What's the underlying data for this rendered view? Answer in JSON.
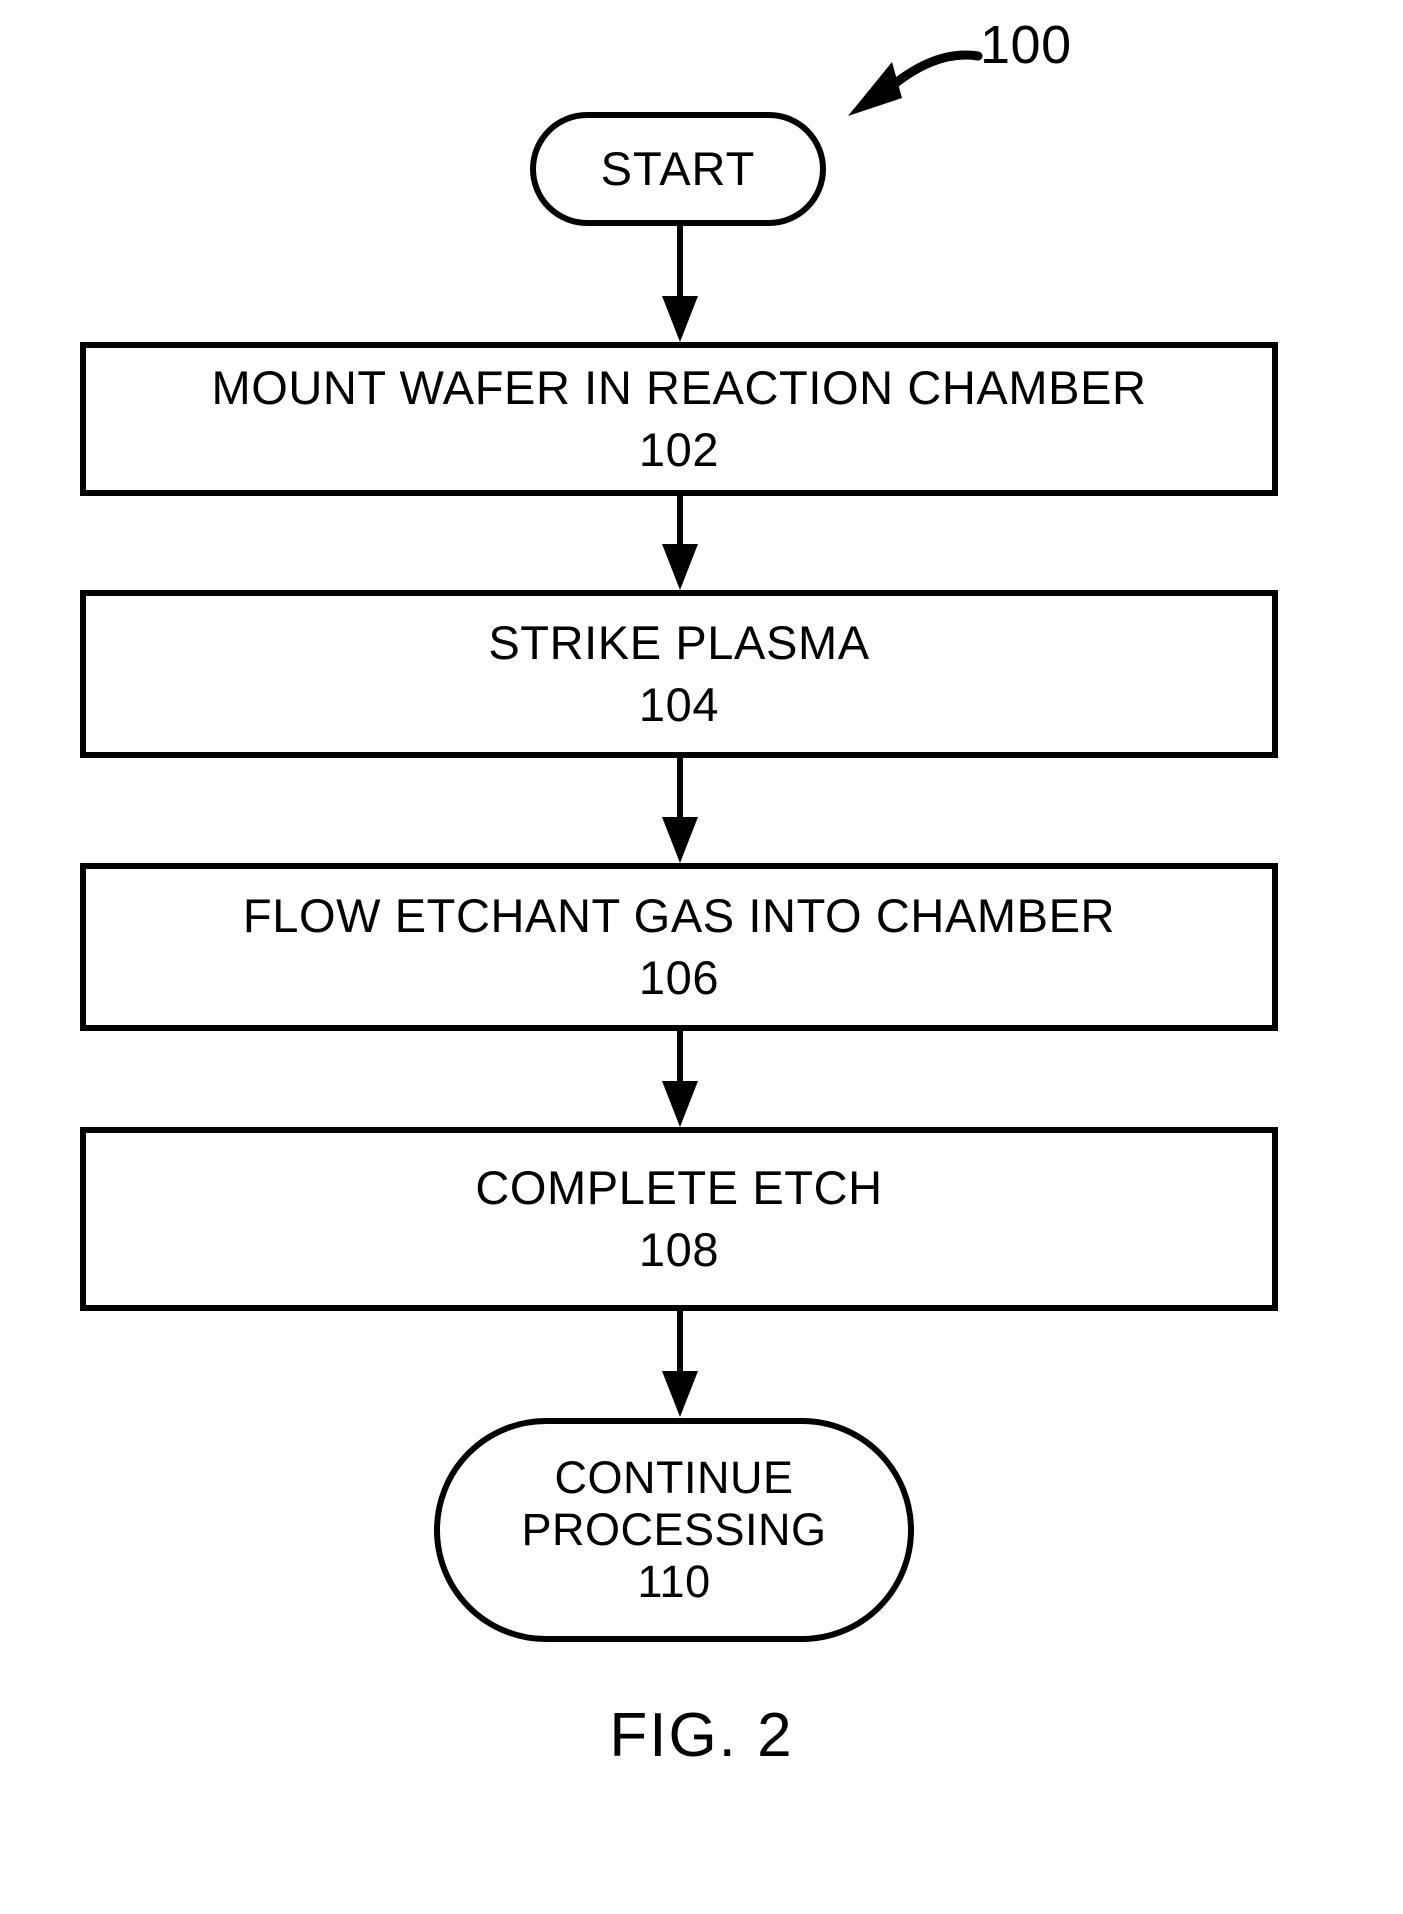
{
  "figure": {
    "caption": "FIG. 2",
    "reference_numeral": "100",
    "leader_icon": "curved-leader-arrow-icon"
  },
  "flowchart": {
    "nodes": [
      {
        "id": "start",
        "shape": "terminal",
        "lines": [
          "START"
        ],
        "ref": ""
      },
      {
        "id": "102",
        "shape": "process",
        "label": "MOUNT WAFER IN REACTION CHAMBER",
        "ref": "102"
      },
      {
        "id": "104",
        "shape": "process",
        "label": "STRIKE PLASMA",
        "ref": "104"
      },
      {
        "id": "106",
        "shape": "process",
        "label": "FLOW ETCHANT GAS INTO CHAMBER",
        "ref": "106"
      },
      {
        "id": "108",
        "shape": "process",
        "label": "COMPLETE ETCH",
        "ref": "108"
      },
      {
        "id": "110",
        "shape": "terminal",
        "lines": [
          "CONTINUE",
          "PROCESSING"
        ],
        "line1": "CONTINUE",
        "line2": "PROCESSING",
        "ref": "110"
      }
    ],
    "connectors": [
      {
        "id": "start-102",
        "from": "start",
        "to": "102",
        "icon": "down-arrow-icon"
      },
      {
        "id": "102-104",
        "from": "102",
        "to": "104",
        "icon": "down-arrow-icon"
      },
      {
        "id": "104-106",
        "from": "104",
        "to": "106",
        "icon": "down-arrow-icon"
      },
      {
        "id": "106-108",
        "from": "106",
        "to": "108",
        "icon": "down-arrow-icon"
      },
      {
        "id": "108-110",
        "from": "108",
        "to": "110",
        "icon": "down-arrow-icon"
      }
    ]
  },
  "colors": {
    "ink": "#000000",
    "paper": "#ffffff"
  }
}
